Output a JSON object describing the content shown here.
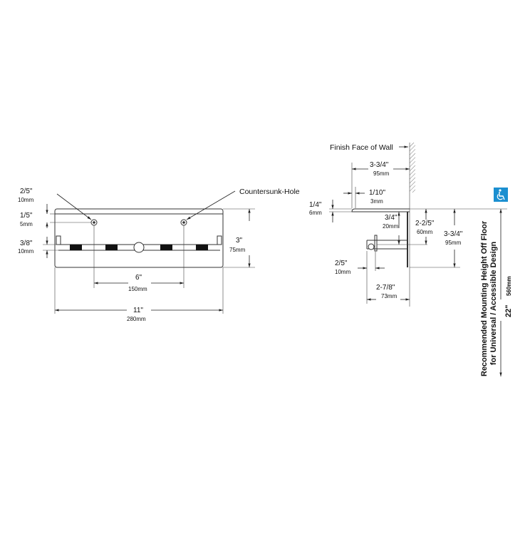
{
  "front_view": {
    "countersunk_hole": "Countersunk-Hole",
    "dims": {
      "top_offset": {
        "in": "2/5\"",
        "mm": "10mm"
      },
      "hole_offset": {
        "in": "1/5\"",
        "mm": "5mm"
      },
      "bar_offset": {
        "in": "3/8\"",
        "mm": "10mm"
      },
      "height": {
        "in": "3\"",
        "mm": "75mm"
      },
      "hole_spacing": {
        "in": "6\"",
        "mm": "150mm"
      },
      "width": {
        "in": "11\"",
        "mm": "280mm"
      }
    }
  },
  "side_view": {
    "finish_face_of_wall": "Finish Face of Wall",
    "dims": {
      "depth_top": {
        "in": "3-3/4\"",
        "mm": "95mm"
      },
      "lip": {
        "in": "1/10\"",
        "mm": "3mm"
      },
      "thickness": {
        "in": "1/4\"",
        "mm": "6mm"
      },
      "bar_drop": {
        "in": "3/4\"",
        "mm": "20mm"
      },
      "bar_height": {
        "in": "2-2/5\"",
        "mm": "60mm"
      },
      "overall_height": {
        "in": "3-3/4\"",
        "mm": "95mm"
      },
      "bar_end": {
        "in": "2/5\"",
        "mm": "10mm"
      },
      "bar_depth": {
        "in": "2-7/8\"",
        "mm": "73mm"
      }
    }
  },
  "mounting": {
    "line1": "Recommended Mounting Height Off Floor",
    "line2": "for Universal / Accessible Design",
    "height_in": "22\"",
    "height_mm": "560mm",
    "accent_color": "#d9312b",
    "accessibility_icon": "wheelchair-icon",
    "icon_color": "#1b8fd0"
  }
}
